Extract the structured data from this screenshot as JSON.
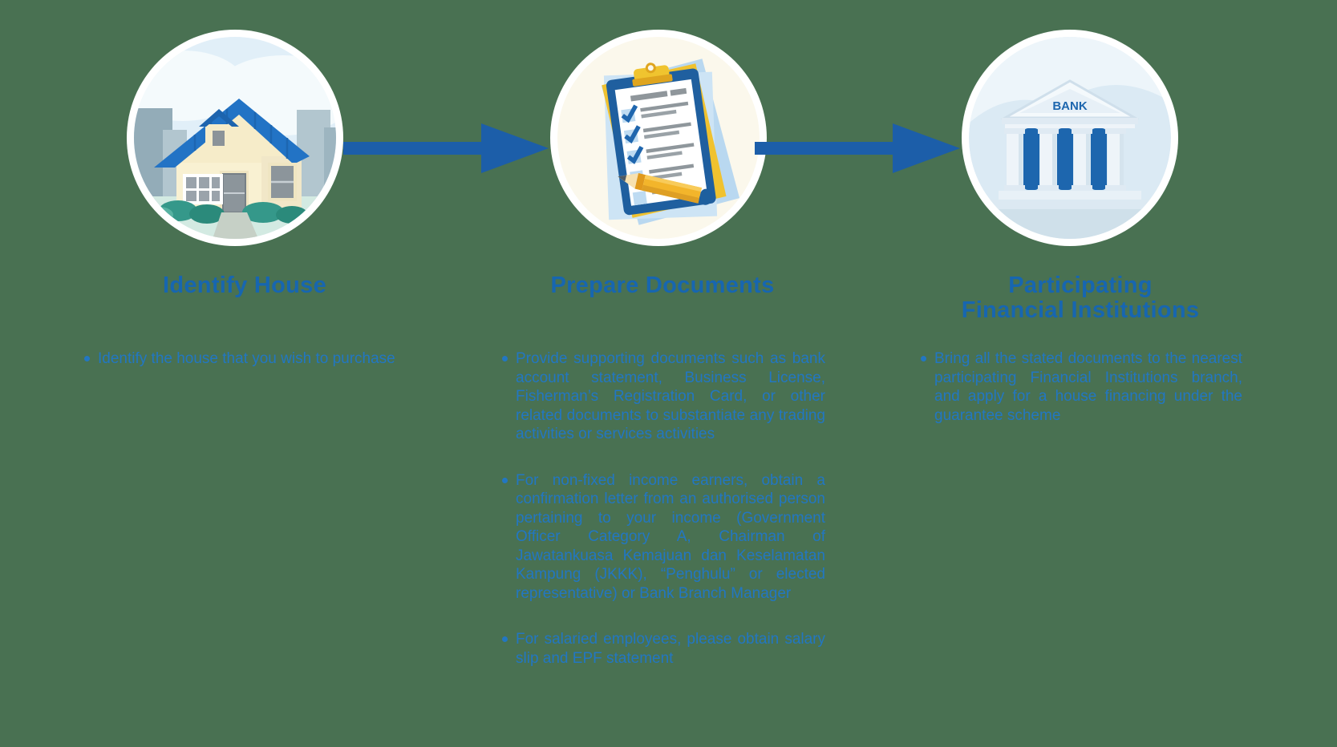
{
  "colors": {
    "background": "#497152",
    "heading_text": "#1766B0",
    "body_text": "#2277C2",
    "arrow": "#1C5EA9",
    "circle_ring": "#FFFFFF"
  },
  "steps": [
    {
      "id": "identify-house",
      "icon": "house-icon",
      "heading_lines": [
        "Identify House"
      ],
      "bullets": [
        "Identify the house that you wish to purchase"
      ]
    },
    {
      "id": "prepare-documents",
      "icon": "clipboard-checklist-icon",
      "heading_lines": [
        "Prepare Documents"
      ],
      "bullets": [
        "Provide supporting documents such as bank account statement, Business License, Fisherman’s Registration Card, or other related documents to substantiate any trading activities or services activities",
        "For non-fixed income earners, obtain a confirmation letter from an authorised person pertaining to your income (Government Officer Category A, Chairman of Jawatankuasa Kemajuan dan Keselamatan Kampung (JKKK), “Penghulu” or elected representative) or Bank Branch Manager",
        "For salaried employees, please obtain salary slip and EPF statement"
      ]
    },
    {
      "id": "participating-financial-institutions",
      "icon": "bank-icon",
      "icon_label": "BANK",
      "heading_lines": [
        "Participating",
        "Financial Institutions"
      ],
      "bullets": [
        "Bring all the stated documents to the nearest participating Financial Institutions branch, and apply for a house financing under the guarantee scheme"
      ]
    }
  ],
  "connectors": [
    {
      "icon": "arrow-right-icon"
    },
    {
      "icon": "arrow-right-icon"
    }
  ]
}
